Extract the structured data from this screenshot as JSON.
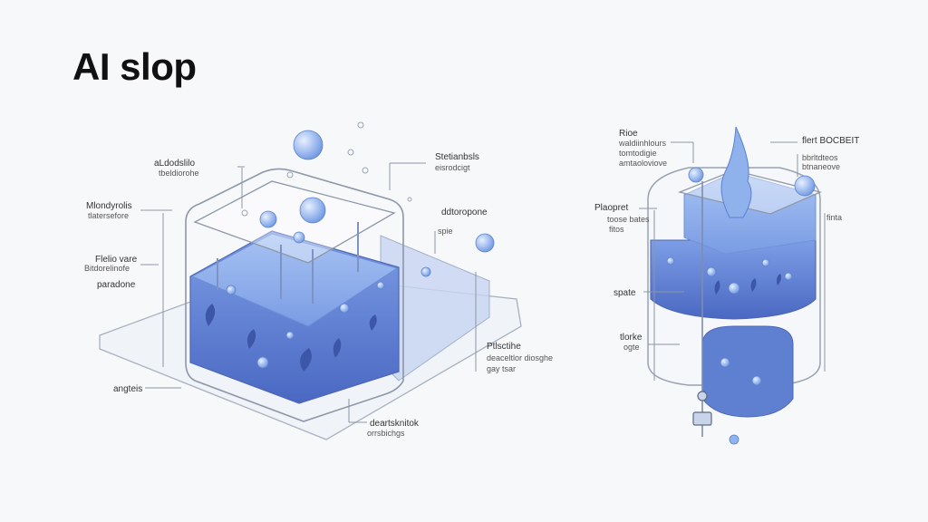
{
  "title": "AI slop",
  "left_diagram": {
    "labels": [
      {
        "line1": "aLdodslilo",
        "line2": "tbeldiorohe"
      },
      {
        "line1": "Mlondyrolis",
        "line2": "tlatersefore"
      },
      {
        "line1": "Flelio vare",
        "line2": "Bitdorelinofe"
      },
      {
        "line1": "paradone",
        "line2": ""
      },
      {
        "line1": "angteis",
        "line2": ""
      },
      {
        "line1": "Stetianbsls",
        "line2": "eisrodcigt"
      },
      {
        "line1": "ddtoropone",
        "line2": "spie"
      },
      {
        "line1": "Ptlsctihe",
        "line2": "deaceltlor diosghe"
      },
      {
        "line1": "",
        "line2": "gay tsar"
      },
      {
        "line1": "deartsknitok",
        "line2": "orrsbichgs"
      }
    ]
  },
  "right_diagram": {
    "labels": [
      {
        "line1": "Rioe",
        "line2": "waldiinhlours"
      },
      {
        "line1": "",
        "line2": "tomtodigie"
      },
      {
        "line1": "",
        "line2": "amtaoloviove"
      },
      {
        "line1": "Plaopret",
        "line2": "toose bates"
      },
      {
        "line1": "",
        "line2": "fitos"
      },
      {
        "line1": "spate",
        "line2": ""
      },
      {
        "line1": "tlorke",
        "line2": "ogte"
      },
      {
        "line1": "flert BOCBEIT",
        "line2": ""
      },
      {
        "line1": "",
        "line2": "bbrltdteos"
      },
      {
        "line1": "",
        "line2": "btnaneove"
      },
      {
        "line1": "",
        "line2": "finta"
      }
    ]
  },
  "colors": {
    "water": "#5b7fd4",
    "water_light": "#a9c2ef",
    "outline": "#9aa5b5",
    "bubble": "#8fb4ec"
  }
}
